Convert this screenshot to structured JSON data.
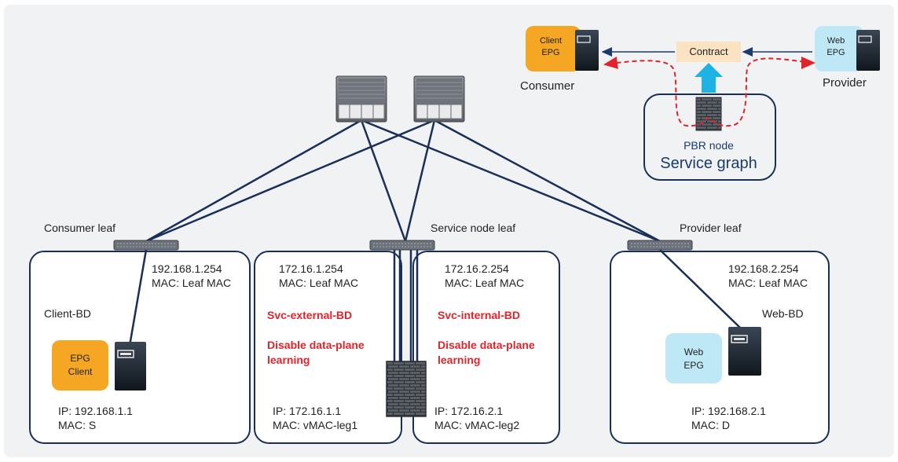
{
  "top_legend": {
    "client_epg": [
      "Client",
      "EPG"
    ],
    "web_epg": [
      "Web",
      "EPG"
    ],
    "contract": "Contract",
    "consumer": "Consumer",
    "provider": "Provider",
    "pbr_node": "PBR node",
    "service_graph": "Service graph"
  },
  "leaves": {
    "consumer": "Consumer leaf",
    "service": "Service node leaf",
    "provider": "Provider leaf"
  },
  "client_bd": {
    "gw_ip": "192.168.1.254",
    "gw_mac": "MAC: Leaf MAC",
    "bd_name": "Client-BD",
    "epg": [
      "EPG",
      "Client"
    ],
    "ip": "IP: 192.168.1.1",
    "mac": "MAC: S"
  },
  "svc_external": {
    "gw_ip": "172.16.1.254",
    "gw_mac": "MAC: Leaf MAC",
    "bd_name": "Svc-external-BD",
    "note": [
      "Disable data-plane",
      "learning"
    ],
    "ip": "IP: 172.16.1.1",
    "mac": "MAC: vMAC-leg1"
  },
  "svc_internal": {
    "gw_ip": "172.16.2.254",
    "gw_mac": "MAC: Leaf MAC",
    "bd_name": "Svc-internal-BD",
    "note": [
      "Disable data-plane",
      "learning"
    ],
    "ip": "IP: 172.16.2.1",
    "mac": "MAC: vMAC-leg2"
  },
  "web_bd": {
    "gw_ip": "192.168.2.254",
    "gw_mac": "MAC: Leaf MAC",
    "bd_name": "Web-BD",
    "epg": [
      "Web",
      "EPG"
    ],
    "ip": "IP: 192.168.2.1",
    "mac": "MAC: D"
  },
  "colors": {
    "navy": "#1a3b6e",
    "accent_red": "#e0242c",
    "client_epg_orange": "#f5a623",
    "web_epg_blue": "#bfe8f7",
    "contract_peach": "#fbe3c2",
    "arrow_cyan": "#1fb3e5"
  }
}
